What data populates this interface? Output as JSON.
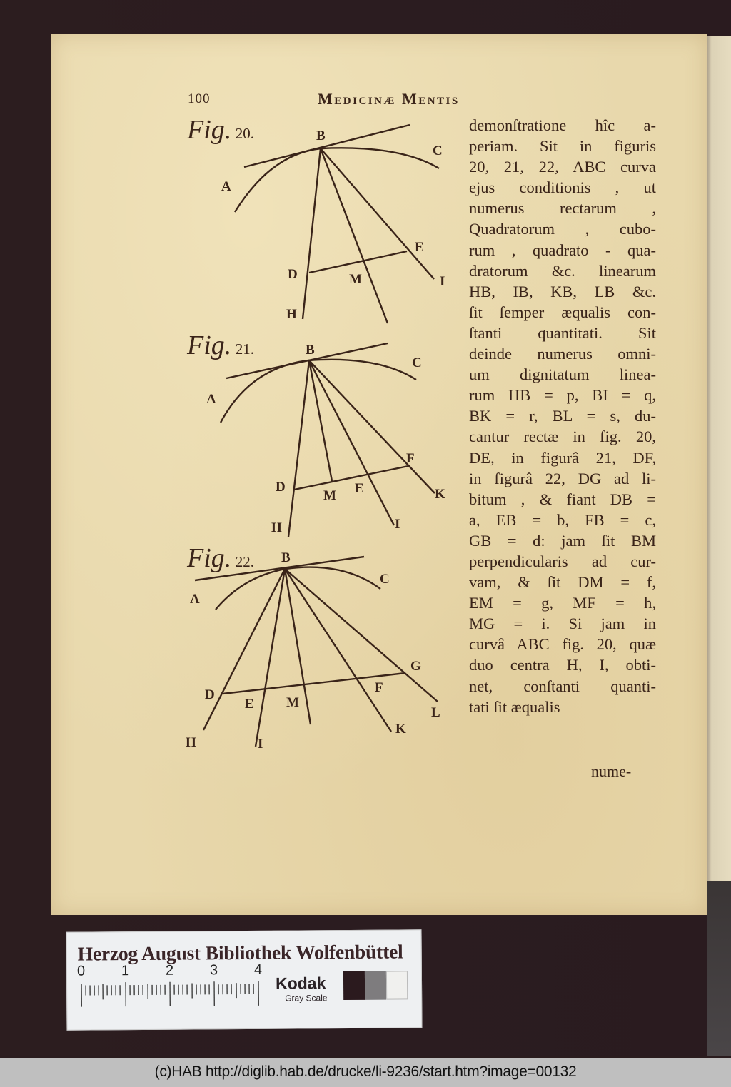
{
  "page": {
    "number": "100",
    "running_head": "Medicinæ Mentis",
    "catchword": "nume-"
  },
  "figures": [
    {
      "label_prefix": "Fig.",
      "label_number": "20.",
      "points": [
        "A",
        "B",
        "C",
        "D",
        "E",
        "M",
        "H",
        "I"
      ]
    },
    {
      "label_prefix": "Fig.",
      "label_number": "21.",
      "points": [
        "A",
        "B",
        "C",
        "D",
        "M",
        "E",
        "F",
        "H",
        "I",
        "K"
      ]
    },
    {
      "label_prefix": "Fig.",
      "label_number": "22.",
      "points": [
        "A",
        "B",
        "C",
        "D",
        "E",
        "M",
        "F",
        "G",
        "H",
        "I",
        "K",
        "L"
      ]
    }
  ],
  "body_lines": [
    "demonſtratione hîc a-",
    "periam.  Sit in figuris",
    "20, 21, 22, ABC curva",
    "ejus conditionis ,  ut",
    "numerus  rectarum ,",
    "Quadratorum ,  cubo-",
    "rum ,  quadrato - qua-",
    "dratorum &c. linearum",
    "HB, IB, KB, LB &c.",
    "ſit ſemper æqualis con-",
    "ſtanti quantitati.  Sit",
    "deinde numerus omni-",
    "um  dignitatum  linea-",
    "rum HB = p, BI = q,",
    "BK = r, BL = s, du-",
    "cantur rectæ in fig. 20,",
    "DE, in figurâ 21, DF,",
    "in figurâ 22, DG ad li-",
    "bitum ,  & fiant DB =",
    "a, EB = b, FB = c,",
    "GB = d: jam ſit BM",
    "perpendicularis ad cur-",
    "vam,  & ſit DM = f,",
    "EM = g,  MF = h,",
    "MG = i.  Si jam in",
    "curvâ ABC fig. 20, quæ",
    "duo centra H, I, obti-",
    "net,  conſtanti quanti-",
    "tati ſit æqualis"
  ],
  "scale_card": {
    "title": "Herzog August Bibliothek Wolfenbüttel",
    "ruler_numbers": [
      "0",
      "1",
      "2",
      "3",
      "4"
    ],
    "brand": "Kodak",
    "subtitle": "Gray Scale",
    "swatch_colors": [
      "#2b1a1e",
      "#7e7c7e",
      "#f0f0ee"
    ]
  },
  "credit": "(c)HAB http://diglib.hab.de/drucke/li-9236/start.htm?image=00132",
  "colors": {
    "paper": "#e8d8ac",
    "ink": "#3a2419",
    "backdrop": "#2a1c1e",
    "credit_bar": "#bfbfbf"
  }
}
